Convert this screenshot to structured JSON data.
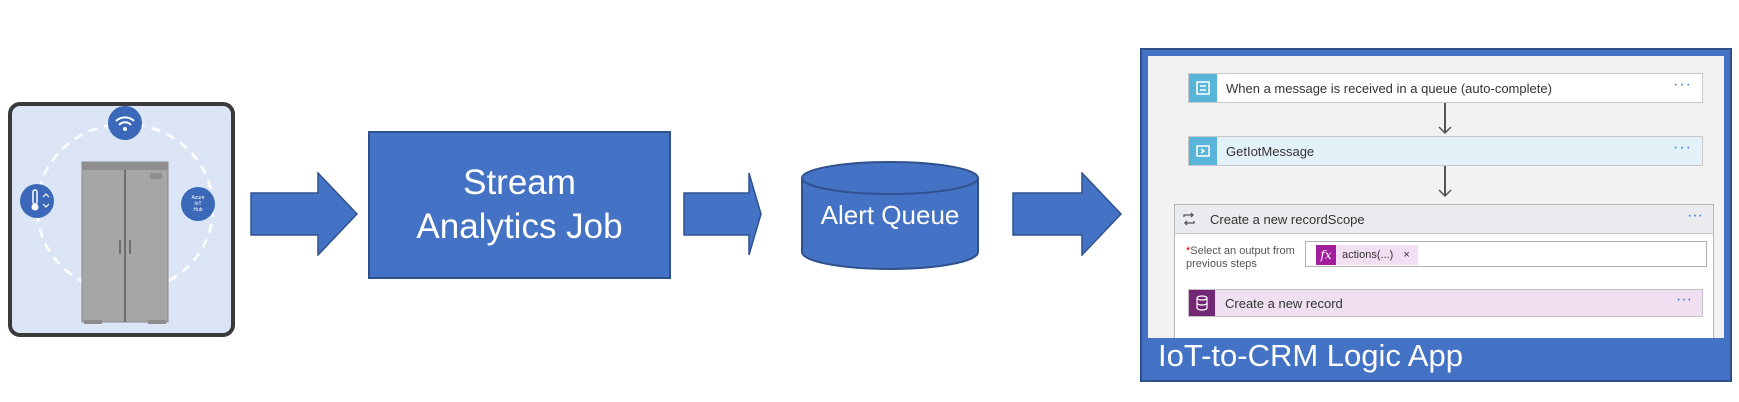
{
  "device": {
    "fridge_icon": "refrigerator-icon",
    "wifi_icon": "wifi-icon",
    "thermometer_icon": "thermometer-icon",
    "hub_icon": "azure-iot-hub-icon",
    "hub_label_lines": [
      "Azure",
      "IoT",
      "Hub"
    ]
  },
  "stream_analytics": {
    "label": "Stream Analytics Job"
  },
  "alert_queue": {
    "label": "Alert Queue"
  },
  "logic_app": {
    "title": "IoT-to-CRM Logic App",
    "steps": [
      {
        "label": "When a message is received in a queue (auto-complete)",
        "icon": "service-bus-trigger-icon",
        "menu": "···"
      },
      {
        "label": "GetIotMessage",
        "icon": "compose-icon",
        "menu": "···"
      }
    ],
    "scope": {
      "label": "Create a new recordScope",
      "icon": "loop-icon",
      "menu": "···",
      "field_required_mark": "*",
      "field_label": "Select an output from previous steps",
      "token_fx": "fx",
      "token_label": "actions(...)",
      "token_remove": "×",
      "inner_step": {
        "label": "Create a new record",
        "icon": "database-icon",
        "menu": "···"
      }
    }
  },
  "colors": {
    "accent_blue": "#4472c4",
    "border_blue": "#2f528f",
    "dynamics_purple": "#742774",
    "fx_magenta": "#a21d9b"
  }
}
